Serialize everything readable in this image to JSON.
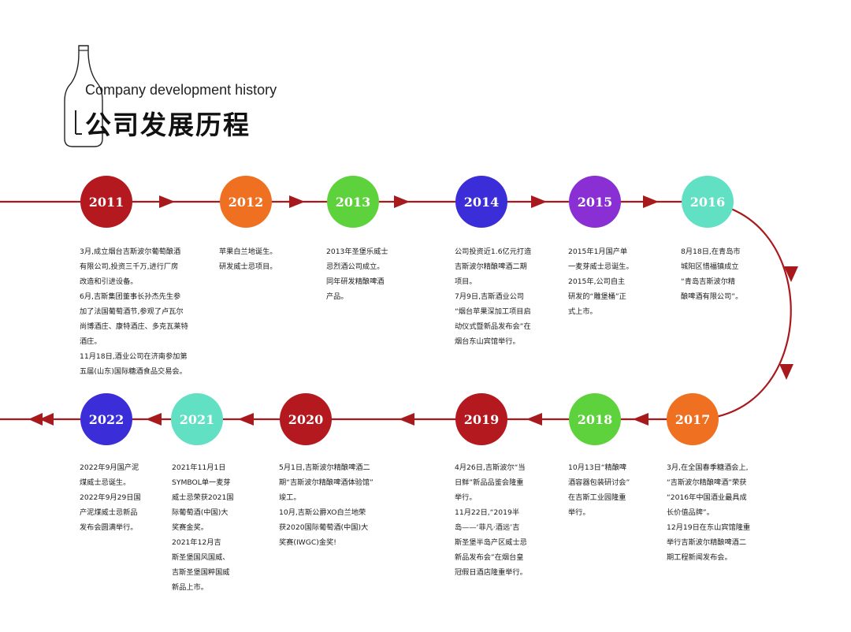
{
  "header": {
    "subtitle": "Company development history",
    "title": "公司发展历程"
  },
  "milestones": [
    {
      "year": "2011",
      "color": "#b3191e",
      "lines": [
        "3月,成立烟台吉斯波尔葡萄酿酒",
        "有限公司,投资三千万,进行厂房",
        "改造和引进设备。",
        "6月,吉斯集团董事长孙杰先生参",
        "加了法国葡萄酒节,参观了卢瓦尔",
        "尚博酒庄、康特酒庄、多克瓦莱特",
        "酒庄。",
        "11月18日,酒业公司在济南参加第",
        "五届(山东)国际糖酒食品交易会。"
      ]
    },
    {
      "year": "2012",
      "color": "#f07022",
      "lines": [
        "苹果白兰地诞生。",
        "研发威士忌项目。"
      ]
    },
    {
      "year": "2013",
      "color": "#5ed23c",
      "lines": [
        "2013年圣堡乐威士",
        "忌烈酒公司成立。",
        "同年研发精酿啤酒",
        "产品。"
      ]
    },
    {
      "year": "2014",
      "color": "#3b2ed8",
      "lines": [
        "公司投资近1.6亿元打造",
        "吉斯波尔精酿啤酒二期",
        "项目。",
        "7月9日,吉斯酒业公司",
        "“烟台苹果深加工项目启",
        "动仪式暨新品发布会”在",
        "烟台东山宾馆举行。"
      ]
    },
    {
      "year": "2015",
      "color": "#8a2fd3",
      "lines": [
        "2015年1月国产单",
        "一麦芽威士忌诞生。",
        "2015年,公司自主",
        "研发的“雕堡桶”正",
        "式上市。"
      ]
    },
    {
      "year": "2016",
      "color": "#62e0c3",
      "lines": [
        "8月18日,在青岛市",
        "城阳区惜福镇成立",
        "“青岛吉斯波尔精",
        "酿啤酒有限公司”。"
      ]
    },
    {
      "year": "2017",
      "color": "#f07022",
      "lines": [
        "3月,在全国春季糖酒会上,",
        "“吉斯波尔精酿啤酒”荣获",
        "“2016年中国酒业最具成",
        "长价值品牌”。",
        "12月19日在东山宾馆隆重",
        "举行吉斯波尔精酿啤酒二",
        "期工程新闻发布会。"
      ]
    },
    {
      "year": "2018",
      "color": "#5ed23c",
      "lines": [
        "10月13日“精酿啤",
        "酒容器包装研讨会”",
        "在吉斯工业园隆重",
        "举行。"
      ]
    },
    {
      "year": "2019",
      "color": "#b3191e",
      "lines": [
        "4月26日,吉斯波尔“当",
        "日鲜”新品品鉴会隆重",
        "举行。",
        "11月22日,“2019半",
        "岛——‘菲凡·酒远’吉",
        "斯圣堡半岛产区威士忌",
        "新品发布会”在烟台皇",
        "冠假日酒店隆重举行。"
      ]
    },
    {
      "year": "2020",
      "color": "#b3191e",
      "lines": [
        "5月1日,吉斯波尔精酿啤酒二",
        "期“吉斯波尔精酿啤酒体验馆”",
        "竣工。",
        "10月,吉斯公爵XO白兰地荣",
        "获2020国际葡萄酒(中国)大",
        "奖赛(IWGC)金奖!"
      ]
    },
    {
      "year": "2021",
      "color": "#62e0c3",
      "lines": [
        "2021年11月1日",
        "SYMBOL单一麦芽",
        "威士忌荣获2021国",
        "际葡萄酒(中国)大",
        "奖赛金奖。",
        "2021年12月吉",
        "斯圣堡国风国威、",
        "吉斯圣堡国粹国威",
        "新品上市。"
      ]
    },
    {
      "year": "2022",
      "color": "#3b2ed8",
      "lines": [
        "2022年9月国产泥",
        "煤威士忌诞生。",
        "2022年9月29日国",
        "产泥煤威士忌新品",
        "发布会圆满举行。"
      ]
    }
  ]
}
